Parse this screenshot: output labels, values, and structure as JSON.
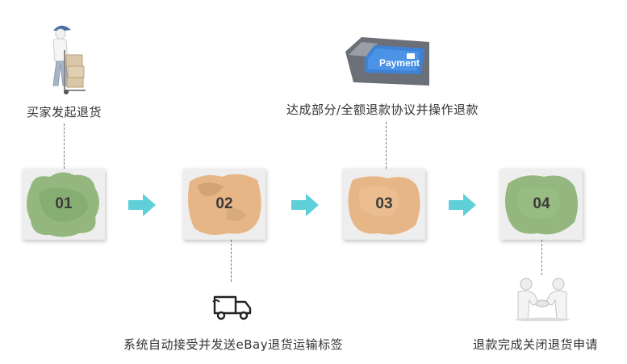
{
  "steps": [
    {
      "number": "01",
      "color": "#8db377"
    },
    {
      "number": "02",
      "color": "#e6b27f"
    },
    {
      "number": "03",
      "color": "#e6b27f"
    },
    {
      "number": "04",
      "color": "#8db377"
    }
  ],
  "labels": {
    "buyer_initiates_return": "买家发起退货",
    "partial_full_refund": "达成部分/全额退款协议并操作退款",
    "auto_accept_label": "系统自动接受并发送eBay退货运输标签",
    "refund_complete_close": "退款完成关闭退货申请"
  },
  "payment_key_text": "Payment",
  "colors": {
    "arrow": "#5fd0d8",
    "green": "#8db377",
    "orange": "#e6b27f",
    "text": "#333333"
  }
}
